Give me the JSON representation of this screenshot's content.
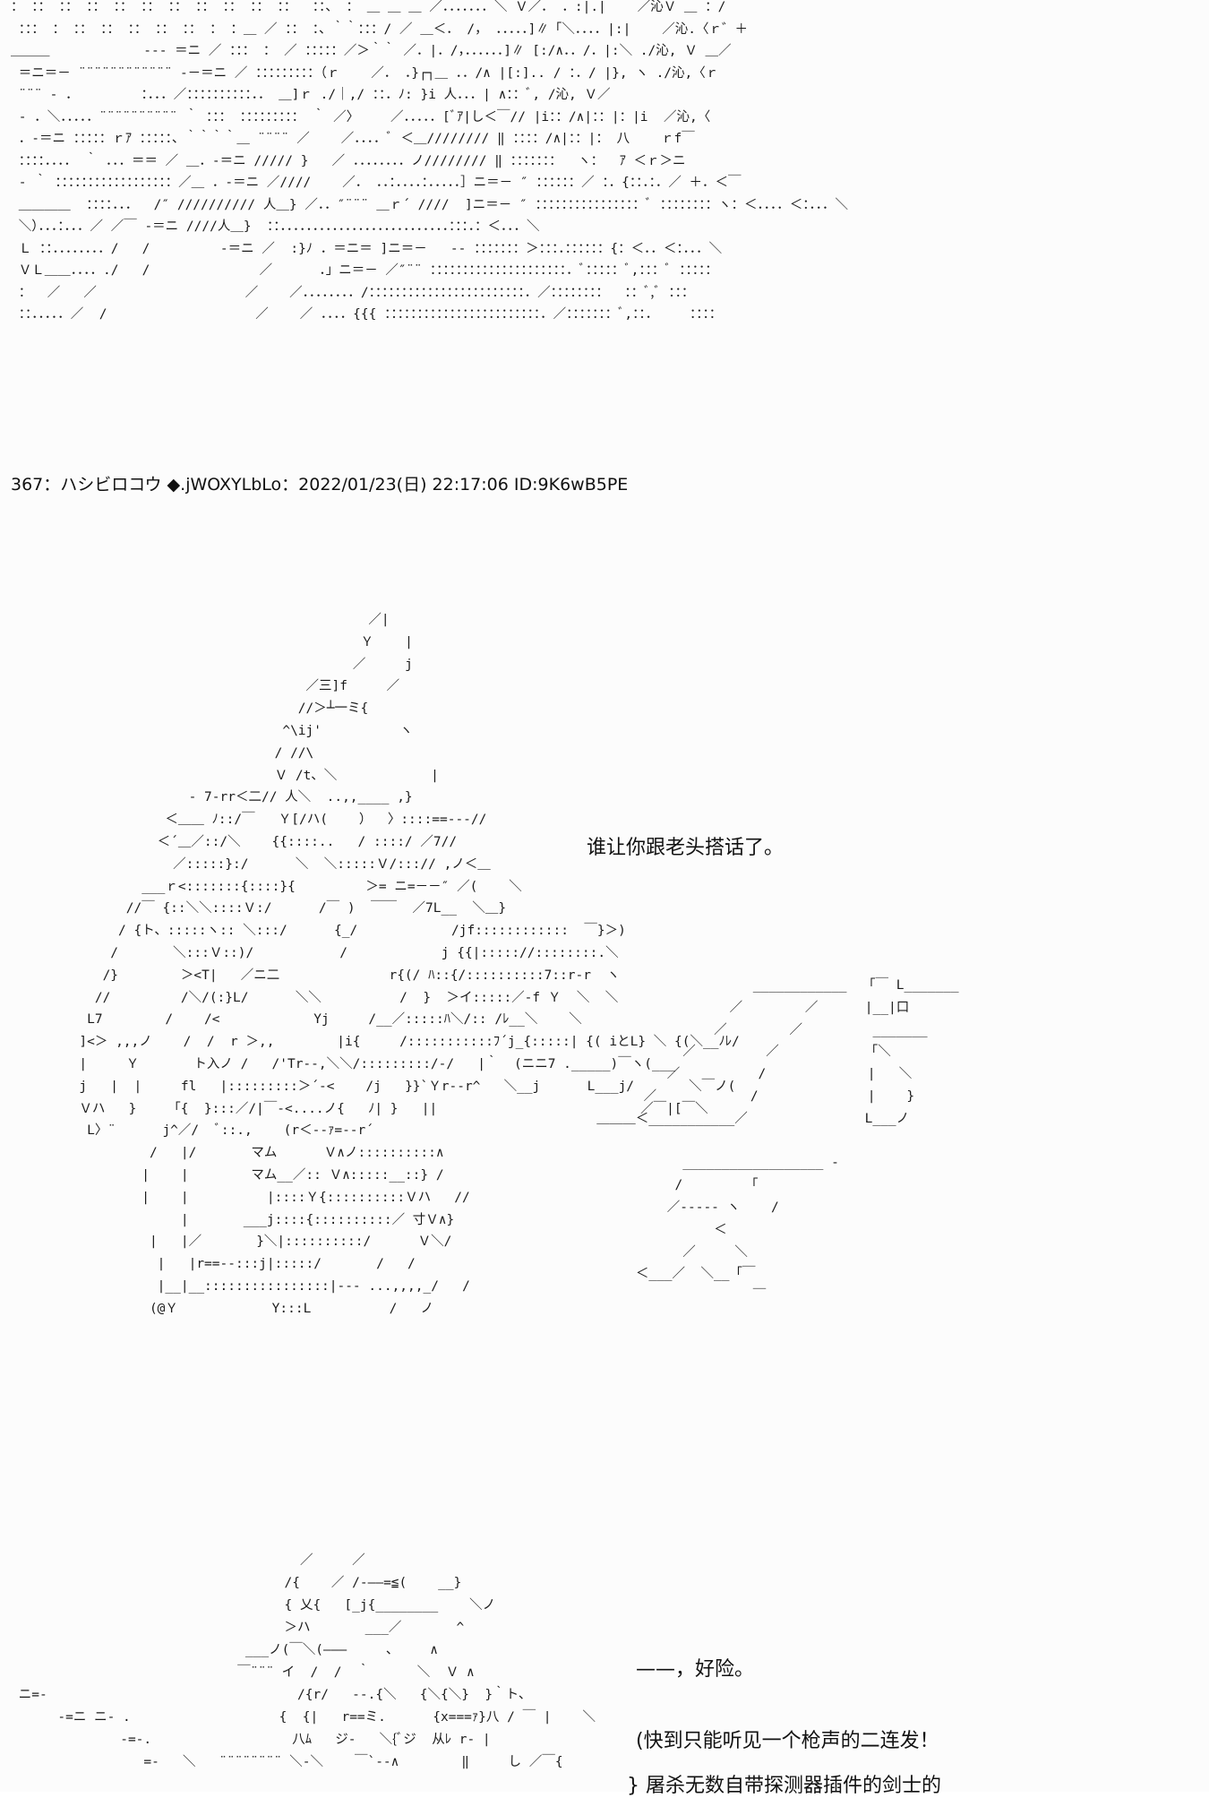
{
  "art": {
    "top": "： ：： ：： ：： ：： ：： ：： ：： ：： ：： ：：  ：：、 ： ＿ ＿ ＿ ／．．．．．．．＼ Ｖ／． ．:|.|    ／沁Ｖ ＿ ：/\n ：：： ： ：： ：： ：： ：： ：： ： ：＿ ／ ：： ：、｀｀：：：/ ／ ＿＜． /， ．．．．．]∥「＼．．．．|:|    ／沁.〈ｒ゛＋\n＿＿＿            ‐‐‐ ＝ニ ／ ：：： ： ／ ：：：：：／＞｀｀ ／．|．/，．．．．．．]∥ [:/∧．．/．|:＼ ./沁, Ｖ ＿／\n ＝ニ＝－ ¨¨¨¨¨¨¨¨¨¨¨¨ ‐－＝ニ ／ ：：：：：：：：：（ｒ    ／． ．}┌┐＿ ．．/∧ |[:].. / ：．/ |}, ヽ ./沁,〈ｒ\n ¨¨¨ ‐ ．        ：．．．／：：：：：：：：：：．． ＿]ｒ ./｜,/ ：：．ﾉ: }i 人．．．| ∧：：ﾞ, /沁, Ｖ／\n ‐ ．＼．．．．．¨¨¨¨¨¨¨¨¨¨ ｀ ：：： ：：：：：：：：： ｀ ／〉    ／．．．．．[ﾞｱ|し＜￣// |i：：/∧|：：|：|i  ／沁,〈\n ．‐＝ニ ：：：：：ｒｱ ：：：：：、｀｀｀｀＿ ¨¨¨¨ ／    ／．．．．ﾞ ＜＿//////// ‖ ：：：：/∧|：：|： 八    ｒf￣\n ：：：：．．．． ｀ ．．．＝＝ ／ ＿．‐＝ニ ///// }   ／ ．．．．．．．．ノ//////// ‖ ：：：：：：：  ヽ：  ｱ ＜ｒ＞ニ\n ‐ ｀ ：：：：：：：：：：：：：：：：：：／＿ ．‐＝ニ ／////    ／． ．．：．．．．：．．．．．］ニ＝－ ″ ：：：：：：／ ：．{：：．：．／ ＋．＜￣\n ＿＿＿＿  ：：：：．．．  /″ ////////// 人＿} ／．．″¨¨¨ ＿ｒ´ ////  ]ニ＝－ ″ ：：：：：：：：：：：：：：：：ﾞ ：：：：：：：：ヽ：＜．．．．＜：．．．＼\n ＼）．．．：．．．／ ／￣ ‐＝ニ ////人＿}  ：：．．．．．．．．．．．．．．．．．．．．．．．．．．：：：．：＜．．．＼\n Ｌ ：：．．．．．．．．/   /         ‐＝ニ ／  :}ﾉ ．＝ニ＝ ]ニ＝－   ‐‐ ：：：：：：：＞：：：．：：：：：：{：＜．．＜：．．．＼\n ＶＬ＿＿．．．．./   /              ／      ．」ニ＝－ ／″¨¨ ：：：：：：：：：：：：：：：：：：：：：．ﾞ：：：：：ﾞ,：：：ﾞ ：：：：：\n ：  ／   ／                   ／    ／．．．．．．．．/：：：：：：：：：：：：：：：：：：：：：：：：．／：：：：：：：：  ：：ﾞ,ﾞ ：：：\n ：：．．．．．／  /                   ／    ／ ．．．．{{{ ：：：：：：：：：：：：：：：：：：：：：：：：．／：：：：：：：ﾞ,：：．    ：：：：",
    "samurai": "                                           ／|\n                                          Ｙ    |\n                                         ／     j\n                                   ／三]f     ／\n                                  //＞┴一ミ{\n                                ^\\ij'          ヽ\n                               / //\\\n                               Ｖ /t、＼            |\n                    - 7‐rr＜二// 人＼  ..,,____ ,}\n                 ＜＿＿ ﾉ::/￣   Ｙ[/ハ(    ）  〉::::==-‐-//\n                ＜´＿／::/＼    {{::::..   / ::::/ ／7//\n                  ／:::::}:/      ＼  ＼:::::Ｖ/:::// ,ノ＜＿\n              ___ｒ<:::::::{::::}{         ＞= ニ=－－″ ／(    ＼\n            //￣ {::＼＼::::Ｖ:/      /￣ )  ￣￣  ／7L__  ＼＿}\n           / {ト、:::::ヽ:: ＼:::/      {_/            /jf::::::::::::  ￣}＞)\n          /       ＼:::Ｖ::)/           /            j {{|::::://::::::::.＼\n         /}        ＞<T|   ／ニ二              r{(/ ﾊ::{/::::::::::7::r-r  ヽ\n        //         /＼/(:}L/      ＼＼          /  }  ＞イ:::::／-f Ｙ  ＼  ＼\n       L7        /    /<            Yj     /__／:::::ﾊ＼/:: /ﾚ__＼    ＼\n      ]<＞ ,,,ノ    /  /  r ＞,,        |i{     /:::::::::::ﾌ´j_{:::::| {( iとL} ＼ {(＼__ﾉﾚ/\n      |     Ｙ       ト入ノ /   /'Tr‐-,＼＼/:::::::::/‐/   |｀  (ニニ7 ._____)￣ヽ(___\n      j   |  |     fl   |:::::::::＞´‐<    /j   }}`Ｙr‐‐r^   ＼__j      L___j/       ＼￣ノ(\n      Ｖハ   }    「{  }:::／/|￣‐<....ノ{   ﾉ| }   ||                          ／￣|[￣＼\n       L〉¨      j^／/  ﾞ::.,    (r＜‐‐ｧ=‐‐r´\n               /   |/       マム      Ｖ∧ノ::::::::::∧\n              |    |        マム__／:: Ｖ∧:::::__::} /\n              |    |          |::::Ｙ{::::::::::Ｖハ   //\n                   |       ___j::::{::::::::::／ 寸Ｖ∧}\n               |   |／       }＼|::::::::::/      Ｖ＼/\n                |   |r==‐-:::j|:::::/       /   /\n                |__|__::::::::::::::::|‐‐‐ ...,,,,_/   /\n               (@Ｙ            Y:::L          /   ノ",
    "gun": "                       ____________  「￣ L_______\n                    ／        ／      |__|口\n                  ／        ／         _______\n              ／         ／           「＼\n            ／          /             |   ＼\n         ／            /              |    }\n   ＿＿＿＜___________／               L___ノ\n\n              __________________ -\n             /        「\n            ／‐‐‐‐‐ ヽ    /\n                  ＜\n              ／     ＼\n        ＜___／  ＼__「￣\n                       ￣",
    "bottom": "                                     ／     ／\n                                   /{    ／ /-――=≦(    __}\n                                   { 乂{   [_j{________    ＼ノ\n                                   ＞ハ       ___／       ^\n                              ___ノ(￣＼(―――     、    ∧\n                             ￣¨¨¨ イ  /  /  ｀      ＼  Ｖ ∧\n ニ=‐                                /{r/   ‐‐.{＼   {＼{＼}  }｀ト、\n      ‐=ニ ニ‐ .                   {  {|   r==ミ.      {x===ｧ}八 / ￣ |    ＼\n              ‐=‐.                  八ﾑ   ジ‐   ＼{ﾞジ  从ﾚ r‐ |\n                 =‐   ＼   ¨¨¨¨¨¨¨¨ ＼‐＼    ￣`‐‐∧        ‖     し ／￣{"
  },
  "post_header": "367：ハシビロコウ ◆.jWOXYLbLo：2022/01/23(日) 22:17:06 ID:9K6wB5PE",
  "dialog": {
    "line1": "谁让你跟老头搭话了。",
    "line2": "——，好险。",
    "line3": "(快到只能听见一个枪声的二连发！",
    "line4": "} 屠杀无数自带探测器插件的剑士的"
  }
}
